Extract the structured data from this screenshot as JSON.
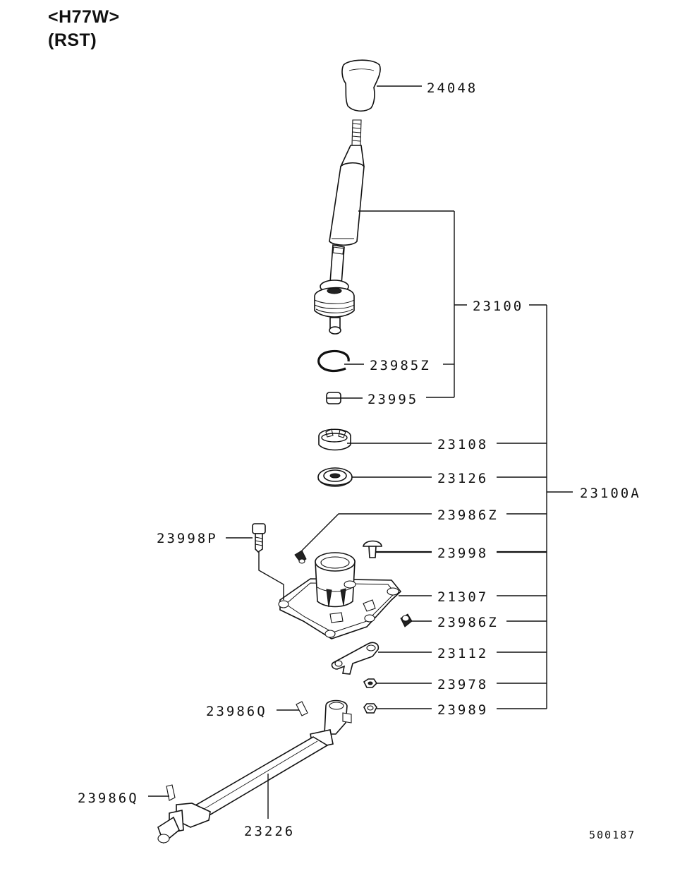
{
  "header": {
    "model": "<H77W>",
    "variant": "(RST)"
  },
  "labels": {
    "p24048": "24048",
    "p23100": "23100",
    "p23985z": "23985Z",
    "p23995": "23995",
    "p23108": "23108",
    "p23126": "23126",
    "p23100a": "23100A",
    "p23986z_upper": "23986Z",
    "p23998p": "23998P",
    "p23998": "23998",
    "p21307": "21307",
    "p23986z_lower": "23986Z",
    "p23112": "23112",
    "p23978": "23978",
    "p23986q_upper": "23986Q",
    "p23989": "23989",
    "p23986q_lower": "23986Q",
    "p23226": "23226"
  },
  "diagram_code": "500187"
}
